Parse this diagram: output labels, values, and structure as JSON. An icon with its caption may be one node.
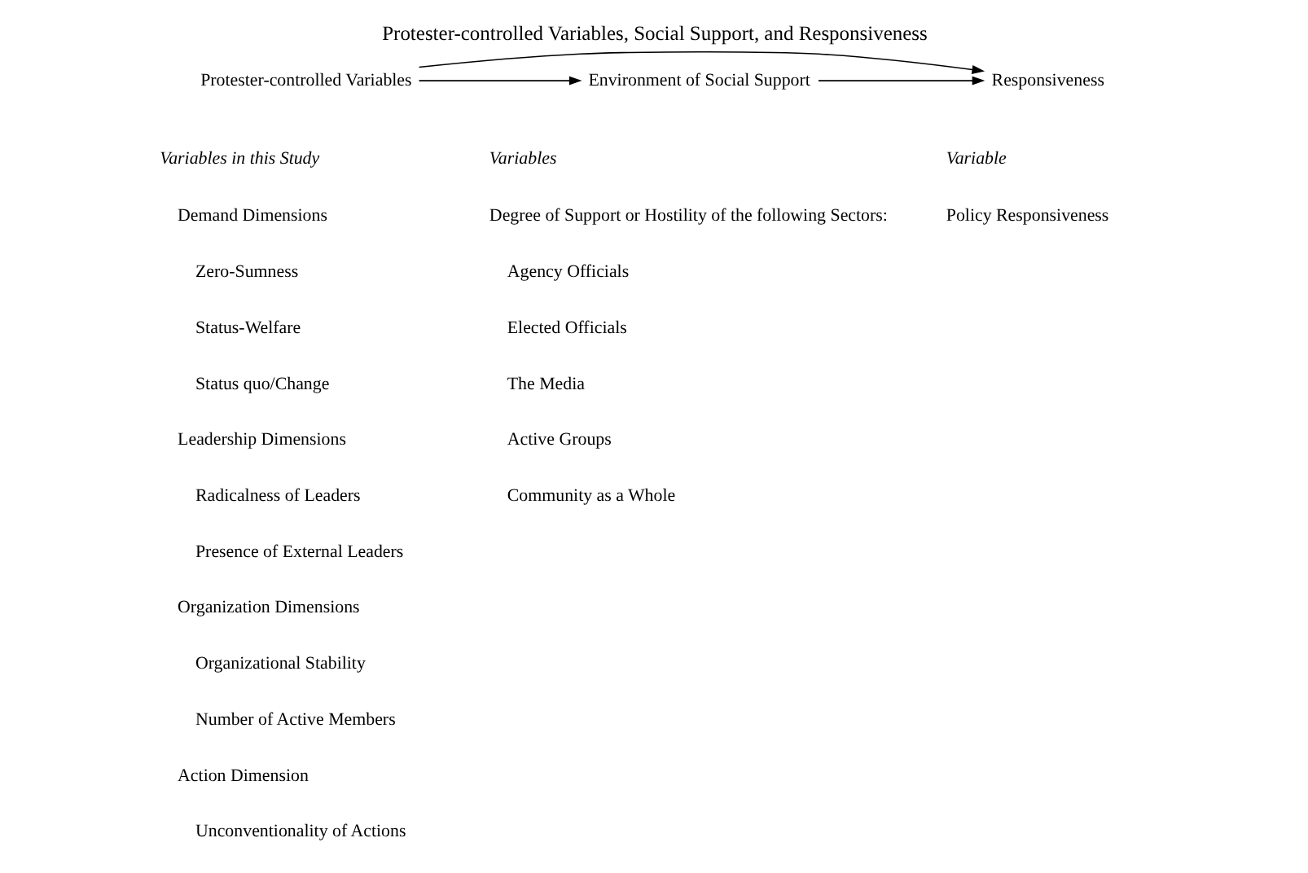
{
  "diagram": {
    "title": "Protester-controlled Variables, Social Support, and Responsiveness",
    "nodes": [
      {
        "text": [
          "Protester-controlled Variables"
        ]
      },
      {
        "text": [
          "Environment of Social Support"
        ]
      },
      {
        "text": [
          "Responsiveness"
        ]
      }
    ],
    "edges": [
      {
        "from": 0,
        "to": 1,
        "arrow": "to"
      },
      {
        "from": 1,
        "to": 2,
        "arrow": "to"
      },
      {
        "from": 0,
        "to": 2,
        "arrow": "to"
      }
    ],
    "labels": [
      "Variables in this Study",
      "Demand Dimensions",
      "Zero-Sumness",
      "Status-Welfare",
      "Status quo/Change",
      "Leadership Dimensions",
      "Radicalness of Leaders",
      "Presence of External Leaders",
      "Organization Dimensions",
      "Organizational Stability",
      "Number of Active Members",
      "Action Dimension",
      "Unconventionality of Actions",
      "Variables",
      "Degree of Support or Hostility of the following Sectors:",
      "Agency Officials",
      "Elected Officials",
      "The Media",
      "Active Groups",
      "Community as a Whole",
      "Variable",
      "Policy Responsiveness"
    ]
  }
}
